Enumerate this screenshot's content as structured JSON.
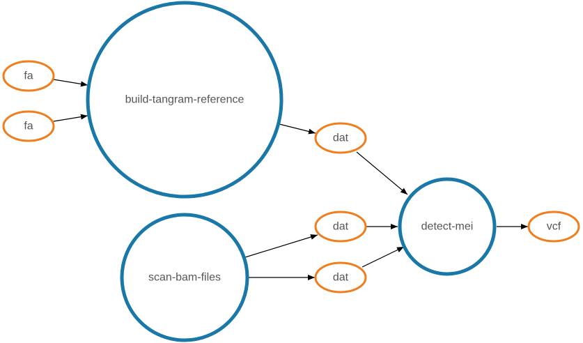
{
  "colors": {
    "process_stroke": "#1a78a8",
    "file_stroke": "#f07d1e",
    "label_text": "#555555",
    "edge": "#000000",
    "background": "#ffffff"
  },
  "diagram": {
    "processes": [
      {
        "id": "build-tangram-reference",
        "label": "build-tangram-reference"
      },
      {
        "id": "scan-bam-files",
        "label": "scan-bam-files"
      },
      {
        "id": "detect-mei",
        "label": "detect-mei"
      }
    ],
    "files": [
      {
        "id": "fa1",
        "label": "fa"
      },
      {
        "id": "fa2",
        "label": "fa"
      },
      {
        "id": "dat1",
        "label": "dat"
      },
      {
        "id": "dat2",
        "label": "dat"
      },
      {
        "id": "dat3",
        "label": "dat"
      },
      {
        "id": "vcf1",
        "label": "vcf"
      }
    ],
    "edges": [
      {
        "from": "fa1",
        "to": "build-tangram-reference"
      },
      {
        "from": "fa2",
        "to": "build-tangram-reference"
      },
      {
        "from": "build-tangram-reference",
        "to": "dat1"
      },
      {
        "from": "dat1",
        "to": "detect-mei"
      },
      {
        "from": "scan-bam-files",
        "to": "dat2"
      },
      {
        "from": "scan-bam-files",
        "to": "dat3"
      },
      {
        "from": "dat2",
        "to": "detect-mei"
      },
      {
        "from": "dat3",
        "to": "detect-mei"
      },
      {
        "from": "detect-mei",
        "to": "vcf1"
      }
    ]
  }
}
